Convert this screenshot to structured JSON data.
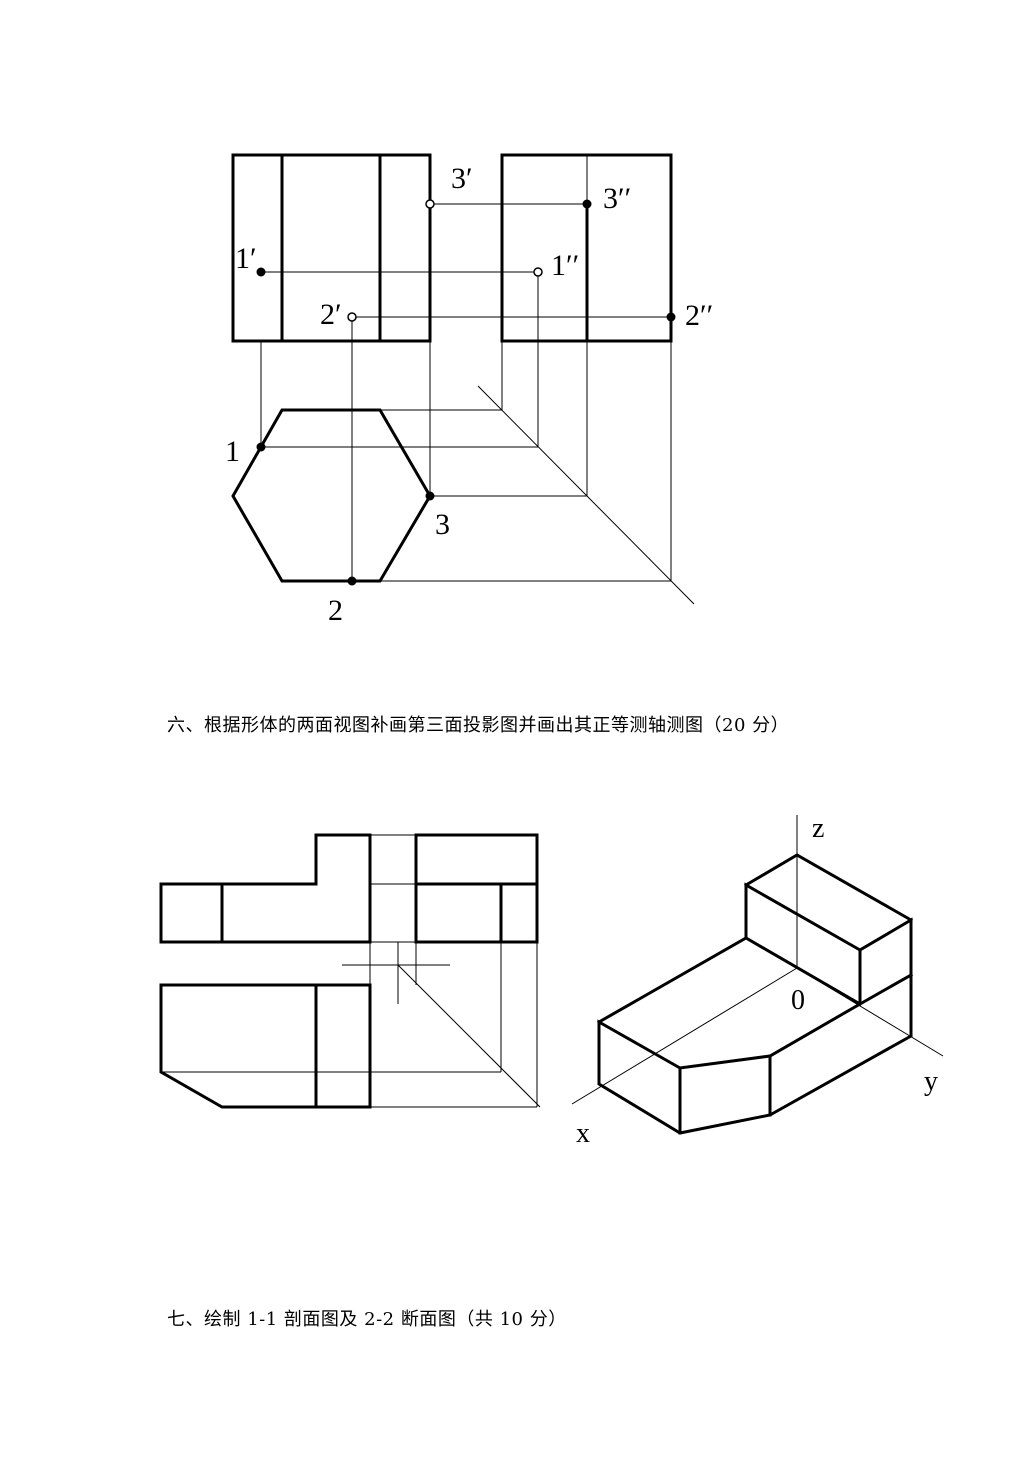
{
  "figure1": {
    "labels": {
      "p1_front": "1′",
      "p2_front": "2′",
      "p3_front": "3′",
      "p1_side": "1′′",
      "p2_side": "2′′",
      "p3_side": "3′′",
      "p1_top": "1",
      "p2_top": "2",
      "p3_top": "3"
    }
  },
  "question6": {
    "text": "六、根据形体的两面视图补画第三面投影图并画出其正等测轴测图（20 分）"
  },
  "figure2": {
    "axis_labels": {
      "z": "z",
      "x": "x",
      "y": "y",
      "origin": "0"
    }
  },
  "question7": {
    "text": "七、绘制 1-1 剖面图及 2-2 断面图（共 10 分）"
  }
}
